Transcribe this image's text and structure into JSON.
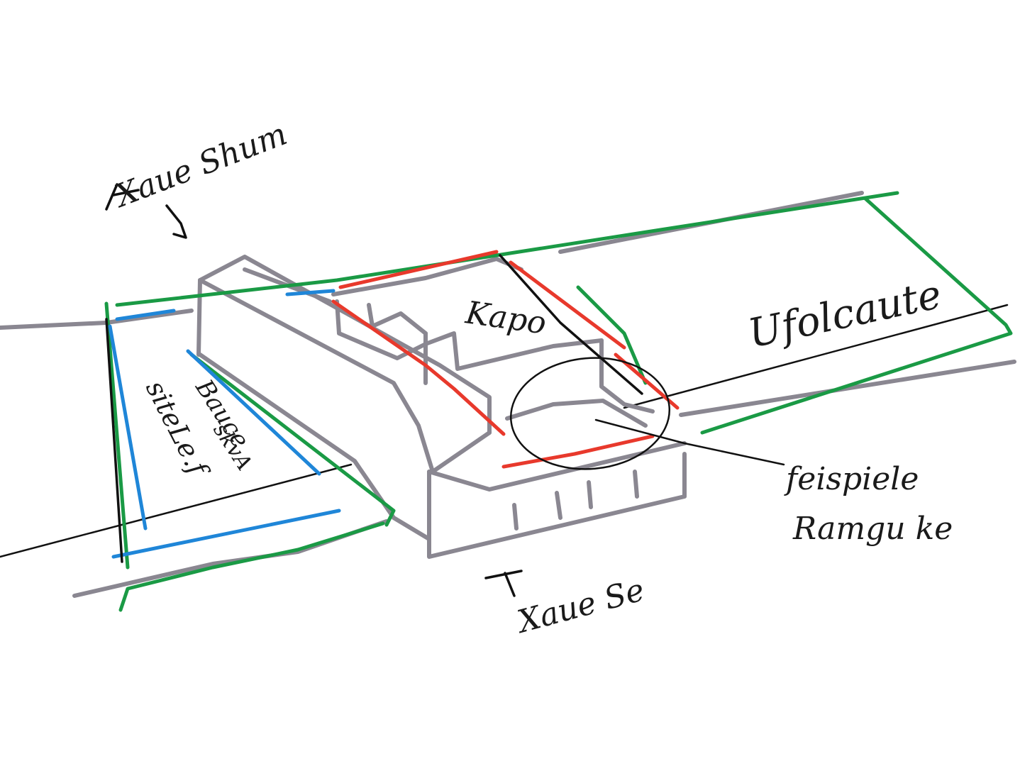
{
  "sketch": {
    "palette": {
      "outline": "#8a8791",
      "boundary": "#1a9a45",
      "edge_highlight": "#e8392c",
      "steps": "#1f86d8",
      "ink": "#111111"
    },
    "labels": {
      "top_left": "Xaue Shum",
      "left_side_1": "Bauce",
      "left_side_2": "skvA",
      "left_side_3": "siteLe.f",
      "center_block": "Kapo",
      "right_area": "Ufolcaute",
      "callout_line1": "feispiele",
      "callout_line2": "Ramgu ke",
      "bottom": "Xaue Se"
    }
  }
}
